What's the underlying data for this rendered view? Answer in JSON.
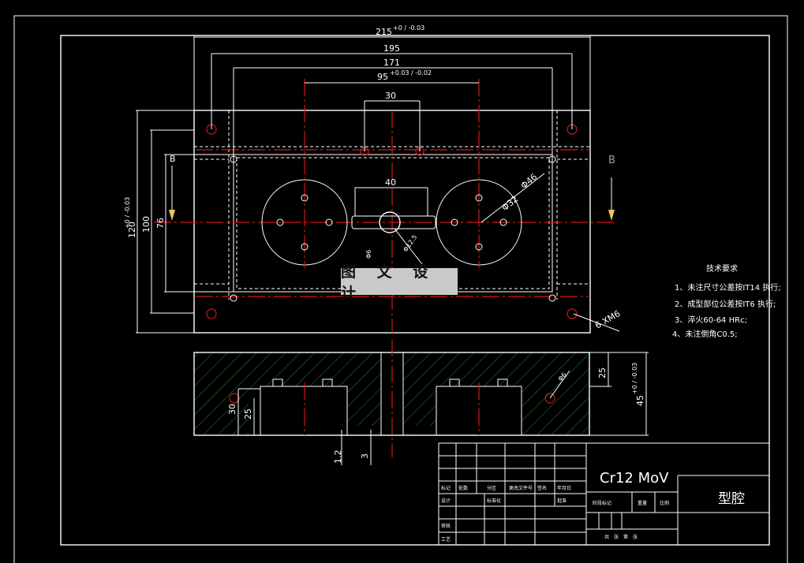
{
  "dimensions": {
    "overall_width": "215",
    "overall_width_tol": "+0 / -0.03",
    "hole_spacing_outer": "195",
    "hole_spacing_inner": "171",
    "cavity_spacing": "95",
    "cavity_spacing_tol": "+0.03 / -0.02",
    "slot_width": "30",
    "runner_length": "40",
    "overall_height": "120",
    "overall_height_tol": "+0 / -0.03",
    "height_100": "100",
    "height_76": "76",
    "cavity_dia": "Φ46",
    "cavity_dia_inner": "Φ32",
    "gate_dia": "Φ12.5",
    "pin_dia": "Φ6",
    "thread": "6 XM6",
    "sec_25": "25",
    "sec_thickness": "45",
    "sec_thickness_tol": "+0 / -0.03",
    "sec_30": "30",
    "sec_25b": "25",
    "sec_12": "1.2",
    "sec_3": "3",
    "sec_dia6": "Φ6"
  },
  "section_labels": {
    "left": "B",
    "right": "B"
  },
  "tech_requirements": {
    "title": "技术要求",
    "items": [
      "1、未注尺寸公差按IT14 执行;",
      "2、成型部位公差按IT6 执行;",
      "3、淬火60-64 HRc;",
      "4、未注倒角C0.5;"
    ]
  },
  "title_block": {
    "material": "Cr12 MoV",
    "part_name": "型腔",
    "row_labels": [
      "标记",
      "设计",
      "审核",
      "工艺"
    ],
    "col_labels": [
      "处数",
      "分区",
      "更改文件号",
      "签名",
      "年月日"
    ],
    "col_labels2": [
      "标准化",
      "批准"
    ],
    "stage_labels": [
      "阶段标记",
      "重量",
      "比例"
    ],
    "sheet_labels": [
      "共",
      "张",
      "第",
      "张"
    ]
  },
  "watermark": "图 文 设 计"
}
